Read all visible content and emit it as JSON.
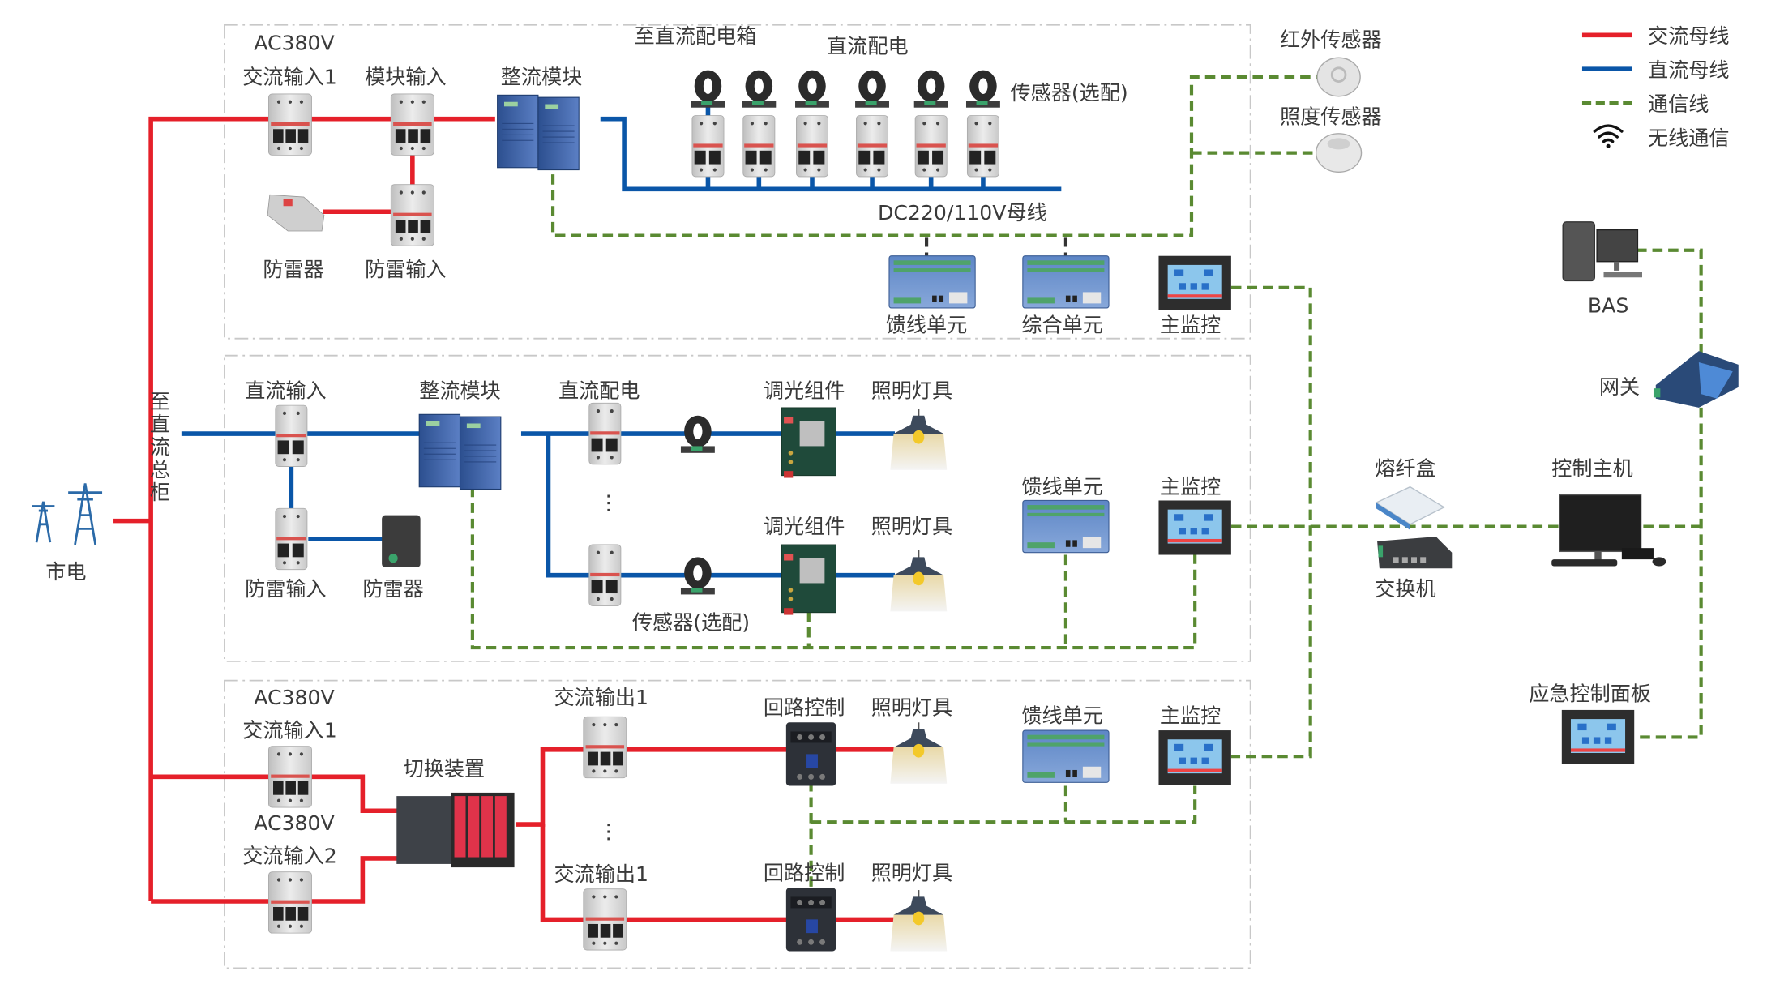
{
  "colors": {
    "ac_bus": "#e5202a",
    "dc_bus": "#0a56a8",
    "comm_line": "#5a8a32"
  },
  "legend": {
    "items": [
      {
        "label": "交流母线",
        "icon": "red-solid-line"
      },
      {
        "label": "直流母线",
        "icon": "blue-solid-line"
      },
      {
        "label": "通信线",
        "icon": "green-dashed-line"
      },
      {
        "label": "无线通信",
        "icon": "wifi-icon"
      }
    ]
  },
  "grid": {
    "label": "市电",
    "icon": "power-tower-icon"
  },
  "trunk_label": "至直流总柜",
  "section1": {
    "voltage": "AC380V",
    "ac_input": "交流输入1",
    "module_input": "模块输入",
    "rectifier": "整流模块",
    "surge_protector": "防雷器",
    "surge_input": "防雷输入",
    "to_dc_box": "至直流配电箱",
    "dc_distribution": "直流配电",
    "sensor_optional": "传感器(选配)",
    "dc_bus_label": "DC220/110V母线",
    "feeder_unit": "馈线单元",
    "integrated_unit": "综合单元",
    "main_monitor": "主监控",
    "ir_sensor": "红外传感器",
    "lux_sensor": "照度传感器"
  },
  "section2": {
    "dc_input": "直流输入",
    "rectifier": "整流模块",
    "dc_distribution": "直流配电",
    "dimmer_1": "调光组件",
    "lamp_1": "照明灯具",
    "dimmer_2": "调光组件",
    "lamp_2": "照明灯具",
    "surge_input": "防雷输入",
    "surge_protector": "防雷器",
    "sensor_optional": "传感器(选配)",
    "feeder_unit": "馈线单元",
    "main_monitor": "主监控",
    "ellipsis": "⋮"
  },
  "section3": {
    "voltage_1": "AC380V",
    "ac_input_1": "交流输入1",
    "voltage_2": "AC380V",
    "ac_input_2": "交流输入2",
    "transfer_switch": "切换装置",
    "ac_output_1": "交流输出1",
    "ac_output_2": "交流输出1",
    "loop_control_1": "回路控制",
    "lamp_1": "照明灯具",
    "loop_control_2": "回路控制",
    "lamp_2": "照明灯具",
    "feeder_unit": "馈线单元",
    "main_monitor": "主监控",
    "ellipsis": "⋮"
  },
  "network": {
    "fiber_box": "熔纤盒",
    "switch": "交换机",
    "control_host": "控制主机",
    "gateway": "网关",
    "bas": "BAS",
    "emergency_panel": "应急控制面板"
  }
}
